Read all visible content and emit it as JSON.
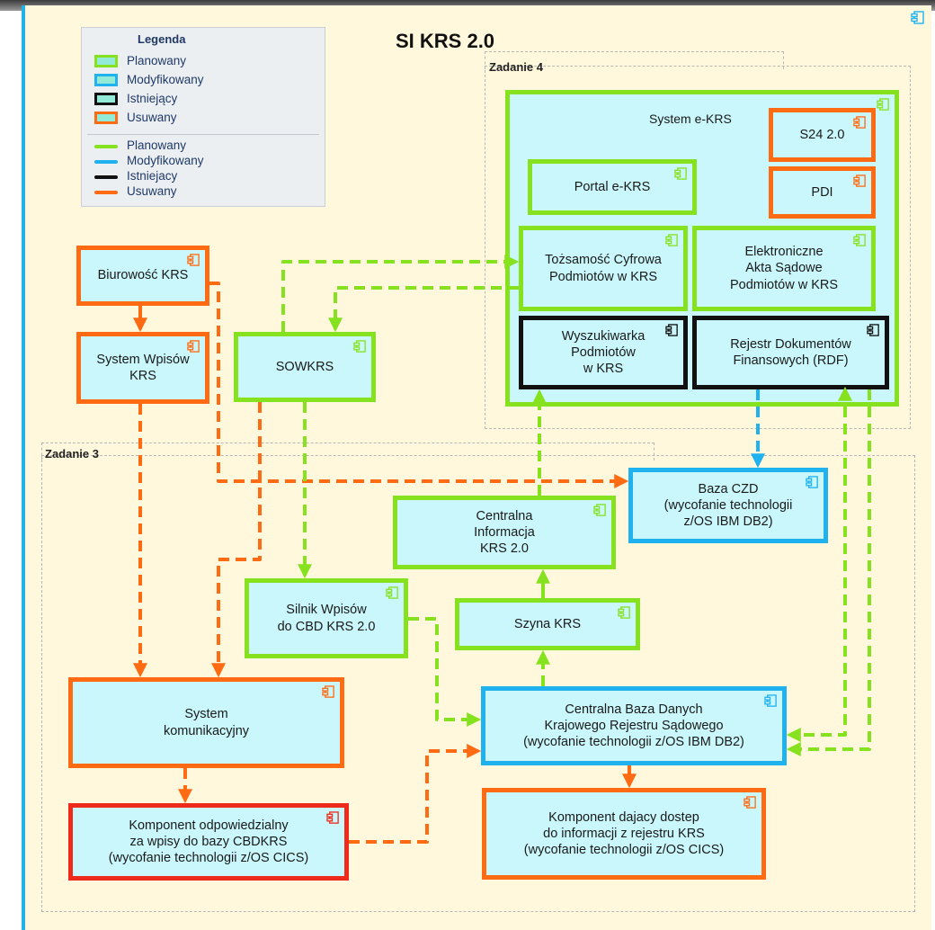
{
  "diagram": {
    "title": "SI KRS 2.0",
    "zones": {
      "zadanie4": "Zadanie 4",
      "zadanie3": "Zadanie 3"
    },
    "legend": {
      "title": "Legenda",
      "box_items": [
        {
          "label": "Planowany",
          "color": "#86e21f"
        },
        {
          "label": "Modyfikowany",
          "color": "#1fb2ee"
        },
        {
          "label": "Istniejący",
          "color": "#111111"
        },
        {
          "label": "Usuwany",
          "color": "#ff6b12"
        }
      ],
      "line_items": [
        {
          "label": "Planowany",
          "color": "#86e21f"
        },
        {
          "label": "Modyfikowany",
          "color": "#1fb2ee"
        },
        {
          "label": "Istniejacy",
          "color": "#111111"
        },
        {
          "label": "Usuwany",
          "color": "#ff6b12"
        }
      ]
    },
    "components": {
      "system_ekrs": "System e-KRS",
      "s24": "S24 2.0",
      "pdi": "PDI",
      "portal": "Portal e-KRS",
      "tozsamosc": "Tożsamość Cyfrowa\nPodmiotów w KRS",
      "akta": "Elektroniczne\nAkta Sądowe\nPodmiotów w KRS",
      "wyszukiwarka": "Wyszukiwarka\nPodmiotów\nw KRS",
      "rdf": "Rejestr Dokumentów\nFinansowych (RDF)",
      "biurowosc": "Biurowość KRS",
      "system_wpisow": "System Wpisów\nKRS",
      "sowkrs": "SOWKRS",
      "baza_czd": "Baza CZD\n(wycofanie technologii\nz/OS IBM DB2)",
      "centralna_informacja": "Centralna\nInformacja\nKRS 2.0",
      "silnik": "Silnik Wpisów\ndo CBD KRS 2.0",
      "szyna": "Szyna KRS",
      "system_kom": "System\nkomunikacyjny",
      "cbd": "Centralna Baza Danych\nKrajowego Rejestru Sądowego\n(wycofanie technologii z/OS IBM DB2)",
      "komponent_wpisy": "Komponent odpowiedzialny\nza wpisy do bazy CBDKRS\n(wycofanie technologii z/OS CICS)",
      "komponent_dostep": "Komponent dajacy dostep\ndo informacji z rejestru KRS\n(wycofanie technologii z/OS CICS)"
    },
    "colors": {
      "planowany": "#86e21f",
      "modyfikowany": "#1fb2ee",
      "istniejacy": "#111111",
      "usuwany": "#ff6b12",
      "component_fill": "#c9f7fb",
      "background": "#fff8dc"
    },
    "icons": [
      "component-icon"
    ]
  }
}
